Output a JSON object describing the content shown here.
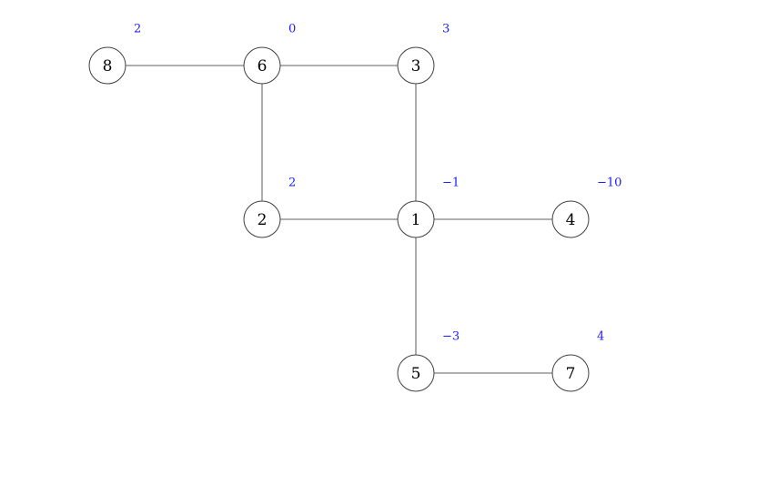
{
  "graph": {
    "nodes": [
      {
        "id": "8",
        "weight": "2"
      },
      {
        "id": "6",
        "weight": "0"
      },
      {
        "id": "3",
        "weight": "3"
      },
      {
        "id": "2",
        "weight": "2"
      },
      {
        "id": "1",
        "weight": "−1"
      },
      {
        "id": "4",
        "weight": "−10"
      },
      {
        "id": "5",
        "weight": "−3"
      },
      {
        "id": "7",
        "weight": "4"
      }
    ],
    "edges": [
      [
        "8",
        "6"
      ],
      [
        "6",
        "3"
      ],
      [
        "6",
        "2"
      ],
      [
        "3",
        "1"
      ],
      [
        "2",
        "1"
      ],
      [
        "1",
        "4"
      ],
      [
        "1",
        "5"
      ],
      [
        "5",
        "7"
      ]
    ],
    "colors": {
      "weight": "#1a1aff",
      "edge": "#808080"
    }
  }
}
